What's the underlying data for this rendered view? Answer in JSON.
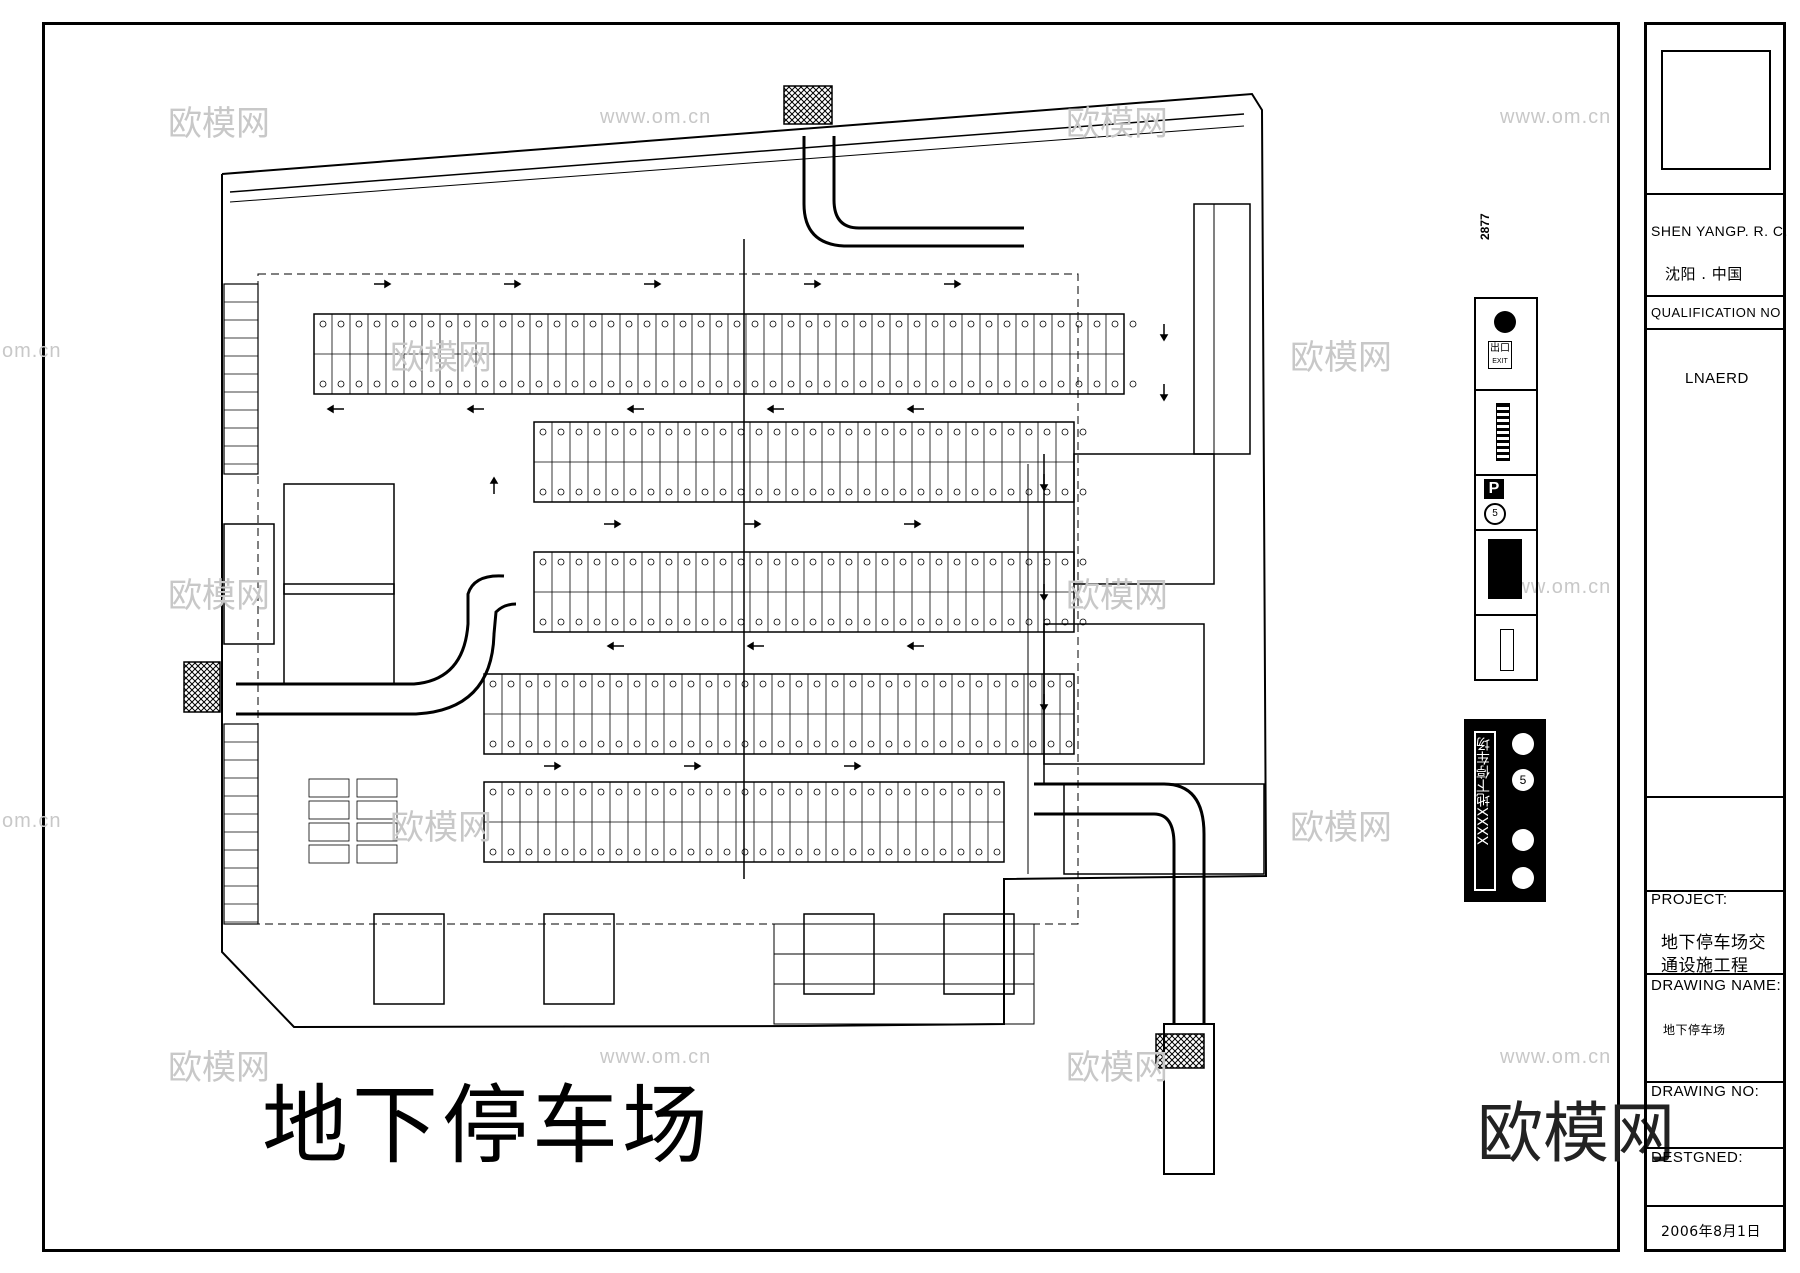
{
  "drawing": {
    "main_title": "地下停车场",
    "watermark_cn": "欧模网",
    "watermark_url": "www.om.cn",
    "watermark_url_short": "om.cn",
    "north_label": "2877"
  },
  "title_block": {
    "location_en": "SHEN YANGP. R. C.",
    "location_cn": "沈阳 . 中国",
    "qualification_label": "QUALIFICATION NO",
    "qualification_value": "LNAERD",
    "project_label": "PROJECT:",
    "project_line1": "地下停车场交",
    "project_line2": "通设施工程",
    "drawing_name_label": "DRAWING  NAME:",
    "drawing_name_value": "地下停车场",
    "drawing_no_label": "DRAWING  NO:",
    "designed_label": "DESTGNED:",
    "date": "2006年8月1日"
  },
  "legend": {
    "exit_cn": "出口",
    "exit_en": "EXIT",
    "parking_letter": "P",
    "speed_limit": "5"
  },
  "sign_board": {
    "text": "XXXX地下停车场"
  },
  "colors": {
    "line": "#000000",
    "watermark": "#c8c8c8",
    "background": "#ffffff"
  }
}
